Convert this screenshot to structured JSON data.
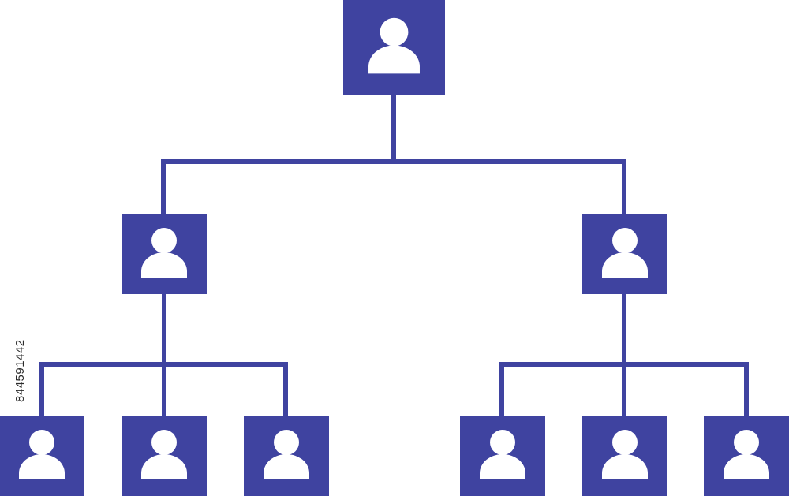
{
  "diagram": {
    "type": "organization-chart",
    "accent_color": "#3f43a0",
    "icon_color": "#ffffff",
    "background_color": "#ffffff",
    "node_icon": "person-icon",
    "structure": {
      "root": "node-top",
      "children": {
        "node-top": [
          "node-mid-left",
          "node-mid-right"
        ],
        "node-mid-left": [
          "node-bottom-1",
          "node-bottom-2",
          "node-bottom-3"
        ],
        "node-mid-right": [
          "node-bottom-4",
          "node-bottom-5",
          "node-bottom-6"
        ]
      }
    }
  },
  "watermark": {
    "stock_id": "844591442"
  }
}
